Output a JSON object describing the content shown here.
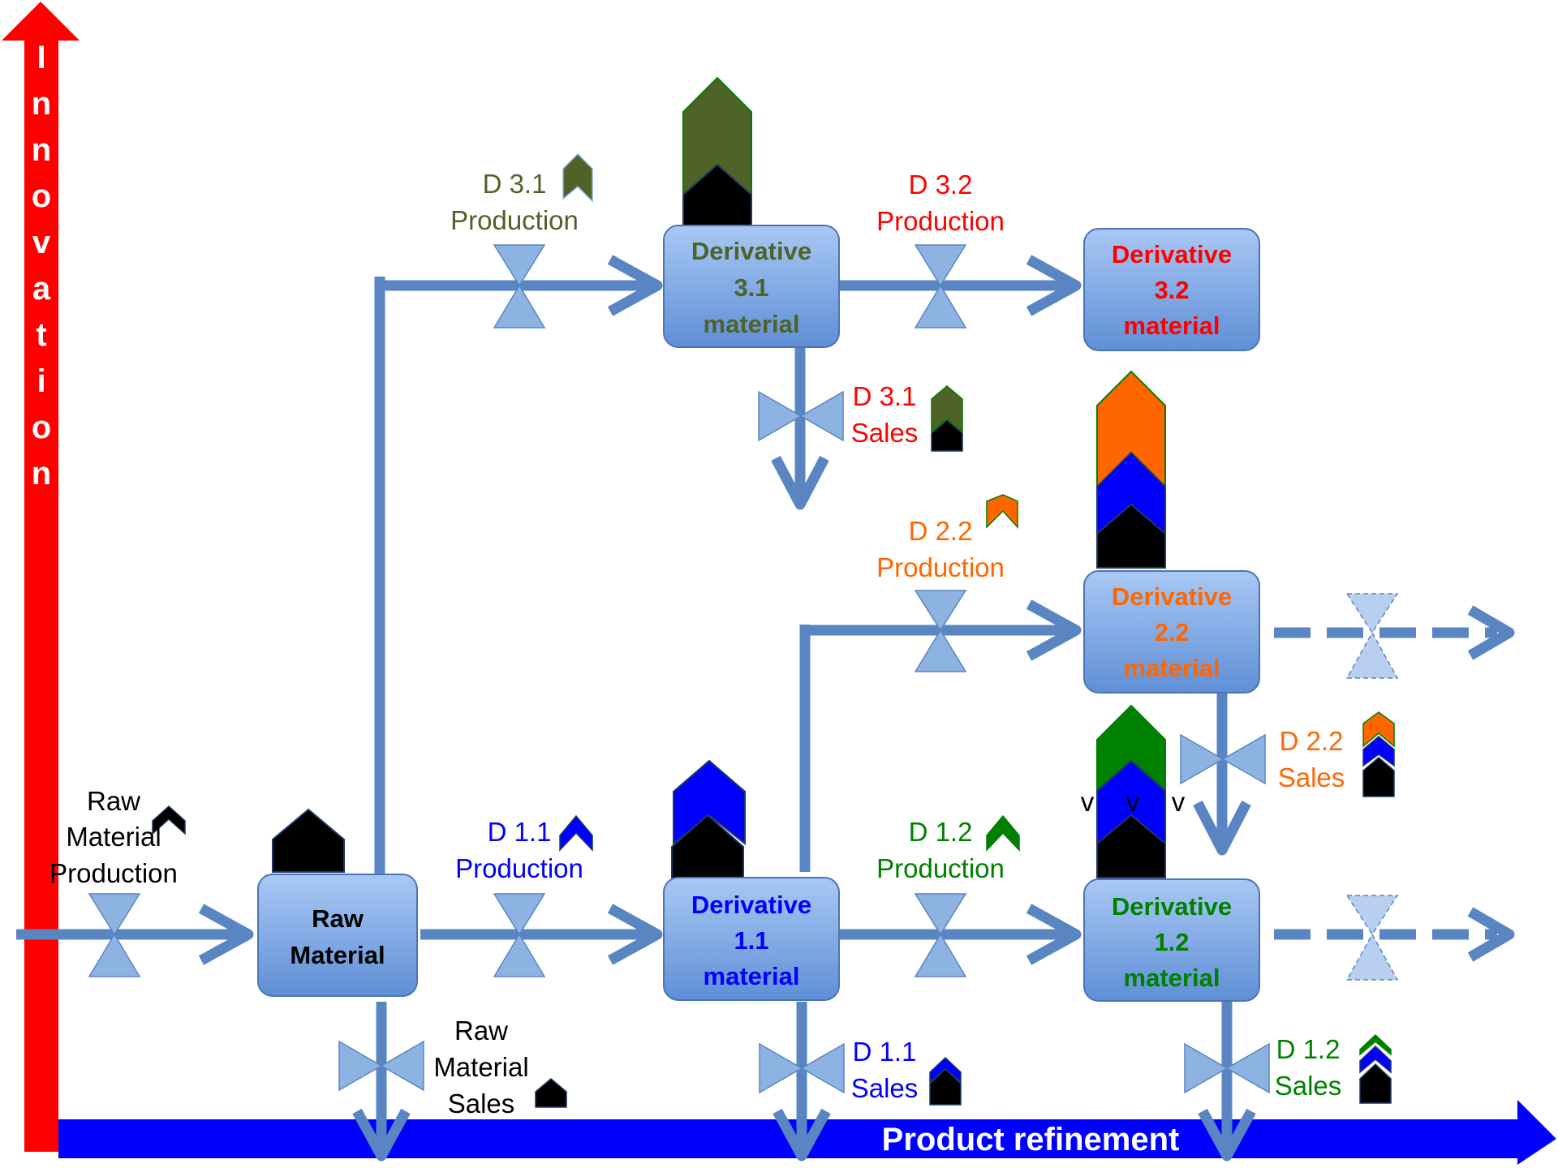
{
  "axes": {
    "vertical_label": "Innovation",
    "horizontal_label": "Product refinement"
  },
  "colors": {
    "flow": "#5a85c3",
    "valve": "#8db3e2",
    "box": "#7fa8e4",
    "innovation_axis": "#ff0000",
    "refinement_axis": "#0000ff",
    "black": "#000000",
    "olive": "#4f6228",
    "blue": "#0000ff",
    "orange": "#ff6600",
    "green": "#008000",
    "red": "#ff0000"
  },
  "boxes": {
    "raw": [
      "Raw",
      "Material"
    ],
    "d11": [
      "Derivative",
      "1.1",
      "material"
    ],
    "d12": [
      "Derivative",
      "1.2",
      "material"
    ],
    "d22": [
      "Derivative",
      "2.2",
      "material"
    ],
    "d31": [
      "Derivative",
      "3.1",
      "material"
    ],
    "d32": [
      "Derivative",
      "3.2",
      "material"
    ]
  },
  "labels": {
    "raw_prod": [
      "Raw",
      "Material",
      "Production"
    ],
    "raw_sales": [
      "Raw",
      "Material",
      "Sales"
    ],
    "d11_prod": [
      "D 1.1",
      "Production"
    ],
    "d11_sales": [
      "D 1.1",
      "Sales"
    ],
    "d12_prod": [
      "D 1.2",
      "Production"
    ],
    "d12_sales": [
      "D 1.2",
      "Sales"
    ],
    "d22_prod": [
      "D 2.2",
      "Production"
    ],
    "d22_sales": [
      "D 2.2",
      "Sales"
    ],
    "d31_prod": [
      "D 3.1",
      "Production"
    ],
    "d31_sales": [
      "D 3.1",
      "Sales"
    ],
    "d32_prod": [
      "D 3.2",
      "Production"
    ]
  },
  "marks": [
    "v",
    "v",
    "v"
  ]
}
